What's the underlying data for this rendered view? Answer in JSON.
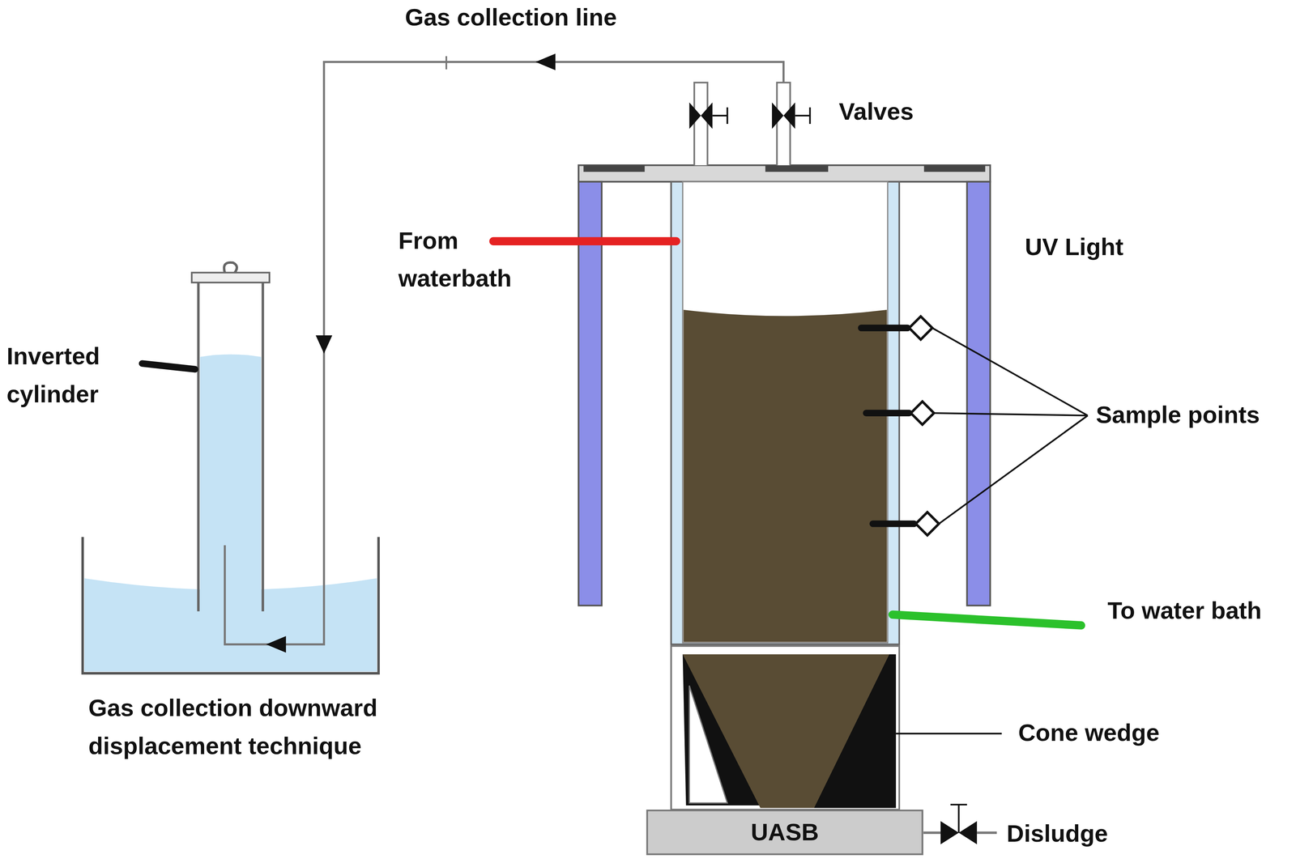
{
  "diagram": {
    "nodes": [
      {
        "text": [
          "UASB"
        ]
      }
    ],
    "labels": [
      "Gas collection line",
      "Valves",
      "From waterbath",
      "UV Light",
      "Inverted cylinder",
      "Sample points",
      "To water bath",
      "Cone wedge",
      "Disludge",
      "Gas collection downward displacement technique"
    ]
  }
}
